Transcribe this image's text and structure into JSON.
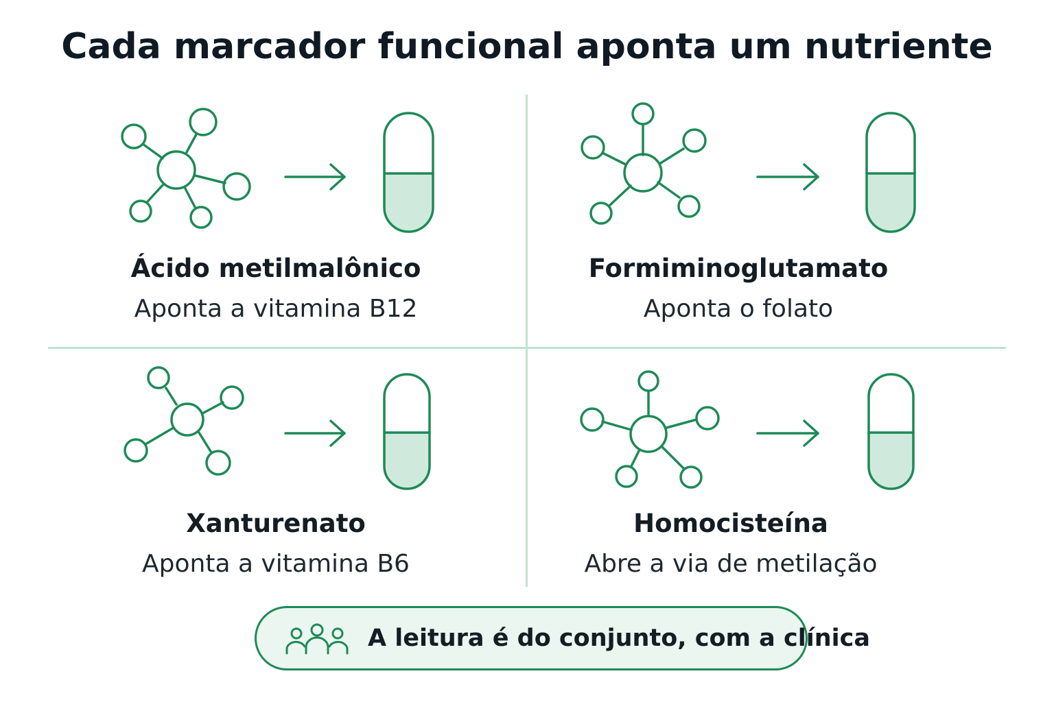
{
  "title": "Cada marcador funcional aponta um nutriente",
  "markers": [
    {
      "name": "Ácido metilmalônico",
      "description": "Aponta a vitamina B12"
    },
    {
      "name": "Formiminoglutamato",
      "description": "Aponta o folato"
    },
    {
      "name": "Xanturenato",
      "description": "Aponta a vitamina B6"
    },
    {
      "name": "Homocisteína",
      "description": "Abre a via de metilação"
    }
  ],
  "icons": {
    "marker_icon": "molecule-icon",
    "arrow_icon": "arrow-right-icon",
    "nutrient_icon": "capsule-icon",
    "footer_icon": "group-people-icon"
  },
  "colors": {
    "accent": "#1e8a56",
    "capsule_fill": "#cfeadd",
    "divider": "#bfe3cf",
    "footer_bg": "#eaf6ef"
  },
  "footer": {
    "text": "A leitura é do conjunto, com a clínica"
  }
}
